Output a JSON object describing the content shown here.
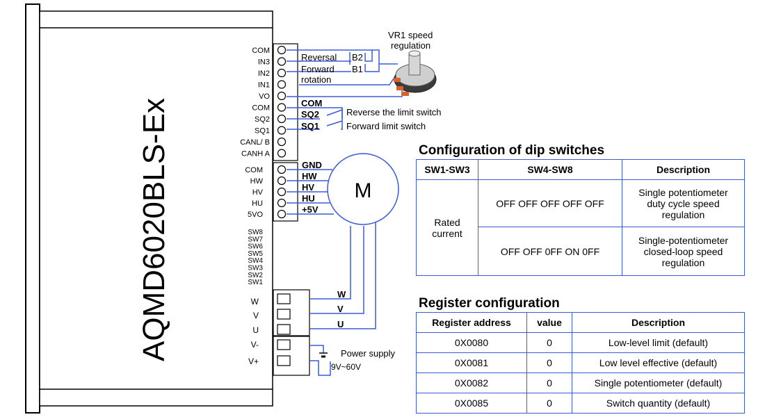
{
  "driver": {
    "model": "AQMD6020BLS-Ex",
    "pins_top": [
      "COM",
      "IN3",
      "IN2",
      "IN1",
      "VO",
      "COM",
      "SQ2",
      "SQ1",
      "CANL/ B",
      "CANH A"
    ],
    "pins_mid": [
      "COM",
      "HW",
      "HV",
      "HU",
      "5VO"
    ],
    "pins_sw": [
      "SW8",
      "SW7",
      "SW6",
      "SW5",
      "SW4",
      "SW3",
      "SW2",
      "SW1"
    ],
    "pins_power": [
      "W",
      "V",
      "U",
      "V-",
      "V+"
    ]
  },
  "wiring": {
    "pot_label_line1": "VR1 speed",
    "pot_label_line2": "regulation",
    "reversal": "Reversal",
    "forward": "Forward",
    "rotation": "rotation",
    "b2": "B2",
    "b1": "B1",
    "com": "COM",
    "sq2": "SQ2",
    "sq1": "SQ1",
    "reverse_limit": "Reverse the limit switch",
    "forward_limit": "Forward limit switch",
    "gnd": "GND",
    "hw": "HW",
    "hv": "HV",
    "hu": "HU",
    "plus5v": "+5V",
    "motor": "M",
    "w": "W",
    "v": "V",
    "u": "U",
    "power_supply": "Power supply",
    "voltage": "9V~60V"
  },
  "dip_table": {
    "title": "Configuration of dip switches",
    "headers": [
      "SW1-SW3",
      "SW4-SW8",
      "Description"
    ],
    "group_label": "Rated current",
    "rows": [
      {
        "sw48": "OFF OFF OFF OFF OFF",
        "desc": "Single potentiometer duty cycle speed regulation"
      },
      {
        "sw48": "OFF OFF 0FF ON 0FF",
        "desc": "Single-potentiometer closed-loop speed regulation"
      }
    ]
  },
  "reg_table": {
    "title": "Register configuration",
    "headers": [
      "Register address",
      "value",
      "Description"
    ],
    "rows": [
      {
        "addr": "0X0080",
        "value": "0",
        "desc": "Low-level limit (default)"
      },
      {
        "addr": "0X0081",
        "value": "0",
        "desc": "Low level effective (default)"
      },
      {
        "addr": "0X0082",
        "value": "0",
        "desc": "Single potentiometer (default)"
      },
      {
        "addr": "0X0085",
        "value": "0",
        "desc": "Switch quantity (default)"
      }
    ]
  },
  "colors": {
    "wire": "#3a5ad9",
    "table_border": "#3a5ad9",
    "driver_body": "#ffffff",
    "pot_orange": "#d9622b"
  }
}
